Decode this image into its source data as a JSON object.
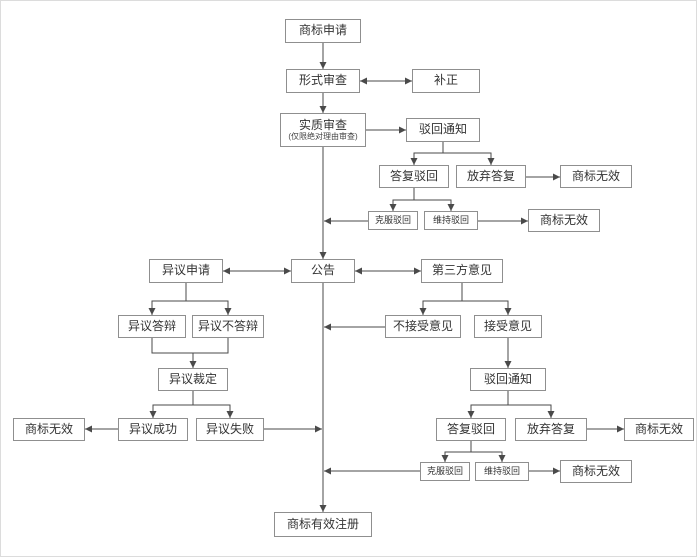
{
  "colors": {
    "line": "#4a4a4a",
    "node_border": "#8f8f8f",
    "node_background": "#ffffff",
    "text": "#333333"
  },
  "nodes": {
    "apply": "商标申请",
    "formal_exam": "形式审查",
    "correction": "补正",
    "substantive_exam": "实质审查",
    "substantive_exam_note": "(仅限绝对理由审查)",
    "rejection_notice_1": "驳回通知",
    "reply_rejection_1": "答复驳回",
    "abandon_reply_1": "放弃答复",
    "invalid_1": "商标无效",
    "overcome_rejection_1": "克服驳回",
    "maintain_rejection_1": "维持驳回",
    "invalid_2": "商标无效",
    "publication": "公告",
    "opposition_apply": "异议申请",
    "third_party_opinion": "第三方意见",
    "opposition_defense": "异议答辩",
    "opposition_no_defense": "异议不答辩",
    "not_accept_opinion": "不接受意见",
    "accept_opinion": "接受意见",
    "opposition_ruling": "异议裁定",
    "rejection_notice_2": "驳回通知",
    "opposition_success": "异议成功",
    "opposition_fail": "异议失败",
    "invalid_3": "商标无效",
    "reply_rejection_2": "答复驳回",
    "abandon_reply_2": "放弃答复",
    "invalid_4": "商标无效",
    "overcome_rejection_2": "克服驳回",
    "maintain_rejection_2": "维持驳回",
    "invalid_5": "商标无效",
    "valid_registration": "商标有效注册"
  }
}
